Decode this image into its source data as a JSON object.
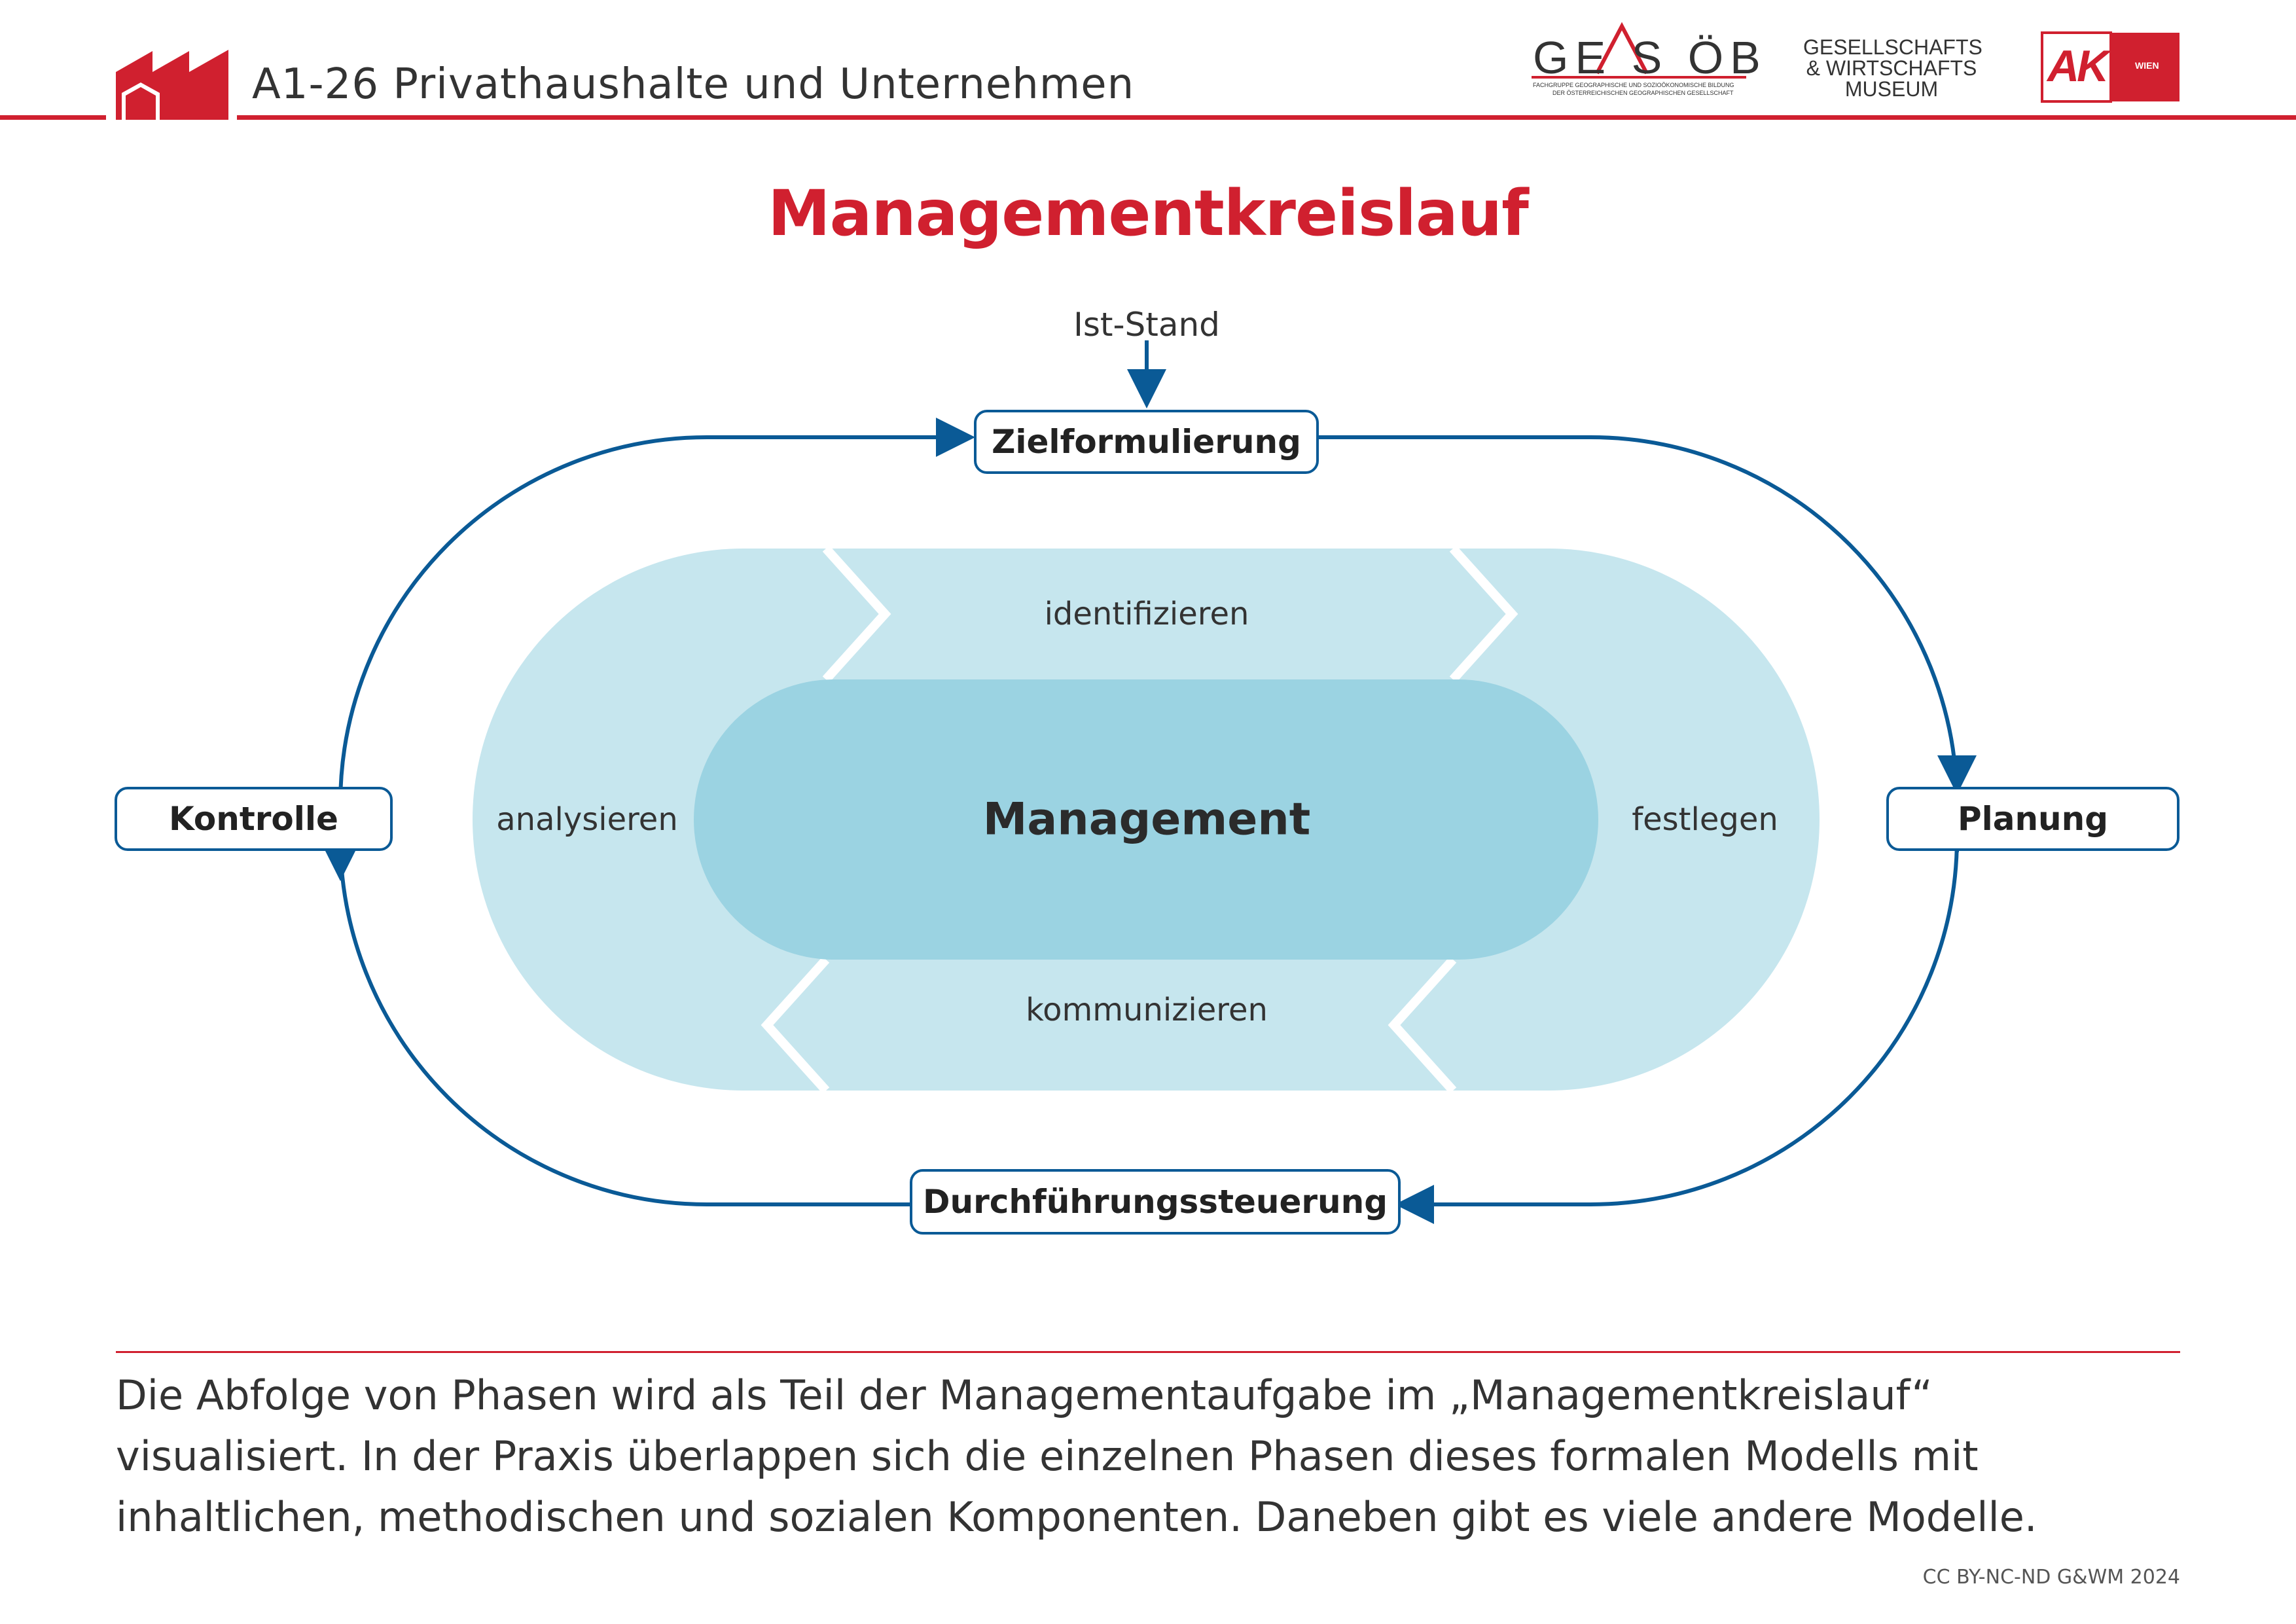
{
  "header": {
    "title": "A1-26 Privathaushalte und Unternehmen",
    "gesoeb_logo": {
      "text": "GE S ÖB",
      "line1": "FACHGRUPPE GEOGRAPHISCHE UND SOZIOÖKONOMISCHE BILDUNG",
      "line2": "DER ÖSTERREICHISCHEN GEOGRAPHISCHEN GESELLSCHAFT"
    },
    "museum_logo": {
      "line1": "GESELLSCHAFTS",
      "line2": "& WIRTSCHAFTS",
      "line3": "MUSEUM"
    },
    "ak_logo": {
      "text": "AK",
      "sub": "WIEN"
    }
  },
  "title": "Managementkreislauf",
  "diagram": {
    "input": "Ist-Stand",
    "center": "Management",
    "verbs": {
      "top": "identifizieren",
      "right": "festlegen",
      "bottom": "kommunizieren",
      "left": "analysieren"
    },
    "phases": {
      "top": "Zielformulierung",
      "right": "Planung",
      "bottom": "Durchführungssteuerung",
      "left": "Kontrolle"
    }
  },
  "caption": {
    "line1": "Die Abfolge von Phasen wird als Teil der Managementaufgabe im „Managementkreislauf“",
    "line2": "visualisiert. In der Praxis überlappen sich die einzelnen Phasen dieses formalen Modells mit",
    "line3": "inhaltlichen, methodischen und sozialen Komponenten. Daneben gibt es viele andere Modelle."
  },
  "license": "CC BY-NC-ND G&WM 2024",
  "colors": {
    "accent_red": "#d0202f",
    "arrow_blue": "#0a5a96",
    "outer_ring": "#c6e6ee",
    "inner_core": "#9bd3e2",
    "text": "#333333"
  }
}
